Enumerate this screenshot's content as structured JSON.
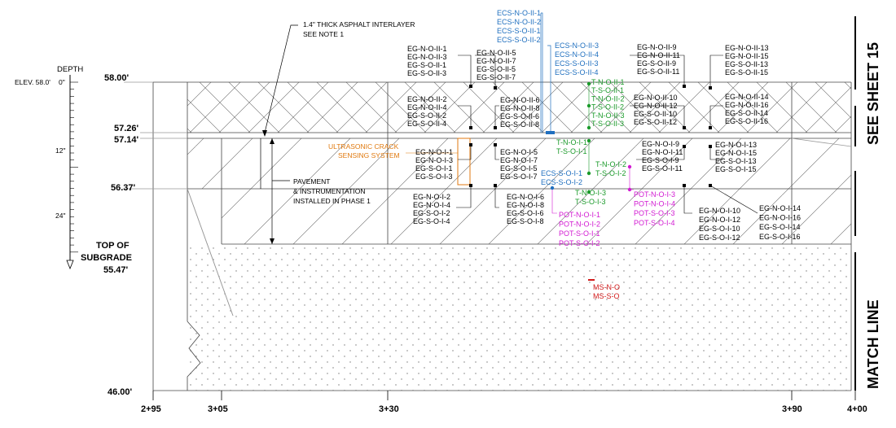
{
  "colors": {
    "black": "#000000",
    "blue": "#1f6fbf",
    "green": "#1a9a2a",
    "magenta": "#d21ad2",
    "orange": "#e07a10",
    "red": "#d11a1a"
  },
  "depth": {
    "title": "DEPTH",
    "elev_label": "ELEV. 58.0'",
    "ticks": [
      "0\"",
      "12\"",
      "24\""
    ]
  },
  "elevations": [
    "58.00'",
    "57.26'",
    "57.14'",
    "56.37'",
    "46.00'"
  ],
  "top_of_subgrade": [
    "TOP OF",
    "SUBGRADE",
    "55.47'"
  ],
  "stations": [
    "2+95",
    "3+05",
    "3+30",
    "3+90",
    "4+00"
  ],
  "notes": {
    "asphalt_interlayer": [
      "1.4\" THICK ASPHALT INTERLAYER",
      "SEE NOTE 1"
    ],
    "pavement": [
      "PAVEMENT",
      "& INSTRUMENTATION",
      "INSTALLED IN PHASE 1"
    ],
    "ultrasonic": [
      "ULTRASONIC CRACK",
      "SENSING SYSTEM"
    ]
  },
  "side_labels": {
    "see_sheet": "SEE SHEET 15",
    "match_line": "MATCH LINE"
  },
  "sensor_groups": [
    {
      "id": "ecs-top",
      "color": "blue",
      "labels": [
        "ECS-N-O-II-1",
        "ECS-N-O-II-2",
        "ECS-S-O-II-1",
        "ECS-S-O-II-2"
      ]
    },
    {
      "id": "ecs-mid",
      "color": "blue",
      "labels": [
        "ECS-N-O-II-3",
        "ECS-N-O-II-4",
        "ECS-S-O-II-3",
        "ECS-S-O-II-4"
      ]
    },
    {
      "id": "eg-a",
      "color": "black",
      "labels": [
        "EG-N-O-II-1",
        "EG-N-O-II-3",
        "EG-S-O-II-1",
        "EG-S-O-II-3"
      ]
    },
    {
      "id": "eg-b",
      "color": "black",
      "labels": [
        "EG-N-O-II-5",
        "EG-N-O-II-7",
        "EG-S-O-II-5",
        "EG-S-O-II-7"
      ]
    },
    {
      "id": "eg-c",
      "color": "black",
      "labels": [
        "EG-N-O-II-9",
        "EG-N-O-II-11",
        "EG-S-O-II-9",
        "EG-S-O-II-11"
      ]
    },
    {
      "id": "eg-d",
      "color": "black",
      "labels": [
        "EG-N-O-II-13",
        "EG-N-O-II-15",
        "EG-S-O-II-13",
        "EG-S-O-II-15"
      ]
    },
    {
      "id": "eg-e",
      "color": "black",
      "labels": [
        "EG-N-O-II-2",
        "EG-N-O-II-4",
        "EG-S-O-II-2",
        "EG-S-O-II-4"
      ]
    },
    {
      "id": "eg-f",
      "color": "black",
      "labels": [
        "EG-N-O-II-6",
        "EG-N-O-II-8",
        "EG-S-O-II-6",
        "EG-S-O-II-8"
      ]
    },
    {
      "id": "eg-g",
      "color": "black",
      "labels": [
        "EG-N-O-II-10",
        "EG-N-O-II-12",
        "EG-S-O-II-10",
        "EG-S-O-II-12"
      ]
    },
    {
      "id": "eg-h",
      "color": "black",
      "labels": [
        "EG-N-O-II-14",
        "EG-N-O-II-16",
        "EG-S-O-II-14",
        "EG-S-O-II-16"
      ]
    },
    {
      "id": "tno-top",
      "color": "green",
      "labels": [
        "T-N-O-II-1",
        "T-S-O-II-1",
        "T-N-O-II-2",
        "T-S-O-II-2",
        "T-N-O-II-3",
        "T-S-O-II-3"
      ]
    },
    {
      "id": "eg-i",
      "color": "black",
      "labels": [
        "EG-N-O-I-1",
        "EG-N-O-I-3",
        "EG-S-O-I-1",
        "EG-S-O-I-3"
      ]
    },
    {
      "id": "eg-j",
      "color": "black",
      "labels": [
        "EG-N-O-I-5",
        "EG-N-O-I-7",
        "EG-S-O-I-5",
        "EG-S-O-I-7"
      ]
    },
    {
      "id": "tno-1",
      "color": "green",
      "labels": [
        "T-N-O-I-1",
        "T-S-O-I-1"
      ]
    },
    {
      "id": "eg-k",
      "color": "black",
      "labels": [
        "EG-N-O-I-9",
        "EG-N-O-I-11",
        "EG-S-O-I-9",
        "EG-S-O-I-11"
      ]
    },
    {
      "id": "eg-l",
      "color": "black",
      "labels": [
        "EG-N-O-I-13",
        "EG-N-O-I-15",
        "EG-S-O-I-13",
        "EG-S-O-I-15"
      ]
    },
    {
      "id": "tno-2",
      "color": "green",
      "labels": [
        "T-N-O-I-2",
        "T-S-O-I-2"
      ]
    },
    {
      "id": "ecs-low",
      "color": "blue",
      "labels": [
        "ECS-S-O-I-1",
        "ECS-S-O-I-2"
      ]
    },
    {
      "id": "eg-m",
      "color": "black",
      "labels": [
        "EG-N-O-I-2",
        "EG-N-O-I-4",
        "EG-S-O-I-2",
        "EG-S-O-I-4"
      ]
    },
    {
      "id": "eg-n",
      "color": "black",
      "labels": [
        "EG-N-O-I-6",
        "EG-N-O-I-8",
        "EG-S-O-I-6",
        "EG-S-O-I-8"
      ]
    },
    {
      "id": "tno-3",
      "color": "green",
      "labels": [
        "T-N-O-I-3",
        "T-S-O-I-3"
      ]
    },
    {
      "id": "pot-a",
      "color": "magenta",
      "labels": [
        "POT-N-O-I-1",
        "POT-N-O-I-2",
        "POT-S-O-I-1",
        "POT-S-O-I-2"
      ]
    },
    {
      "id": "pot-b",
      "color": "magenta",
      "labels": [
        "POT-N-O-I-3",
        "POT-N-O-I-4",
        "POT-S-O-I-3",
        "POT-S-O-I-4"
      ]
    },
    {
      "id": "eg-o",
      "color": "black",
      "labels": [
        "EG-N-O-I-10",
        "EG-N-O-I-12",
        "EG-S-O-I-10",
        "EG-S-O-I-12"
      ]
    },
    {
      "id": "eg-p",
      "color": "black",
      "labels": [
        "EG-N-O-I-14",
        "EG-N-O-I-16",
        "EG-S-O-I-14",
        "EG-S-O-I-16"
      ]
    },
    {
      "id": "ms",
      "color": "red",
      "labels": [
        "MS-N-O",
        "MS-S-O"
      ]
    }
  ]
}
